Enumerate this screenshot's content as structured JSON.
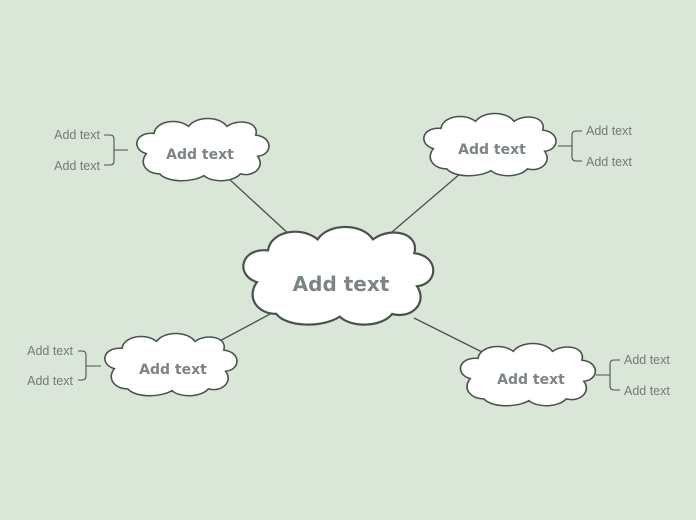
{
  "center": {
    "label": "Add text"
  },
  "branches": [
    {
      "label": "Add text",
      "sub": [
        "Add text",
        "Add text"
      ]
    },
    {
      "label": "Add text",
      "sub": [
        "Add text",
        "Add text"
      ]
    },
    {
      "label": "Add text",
      "sub": [
        "Add text",
        "Add text"
      ]
    },
    {
      "label": "Add text",
      "sub": [
        "Add text",
        "Add text"
      ]
    }
  ],
  "colors": {
    "background": "#dae7d8",
    "cloud_fill": "#ffffff",
    "cloud_stroke": "#4a524d",
    "connector": "#4a524d",
    "label_text": "#7d8580"
  }
}
